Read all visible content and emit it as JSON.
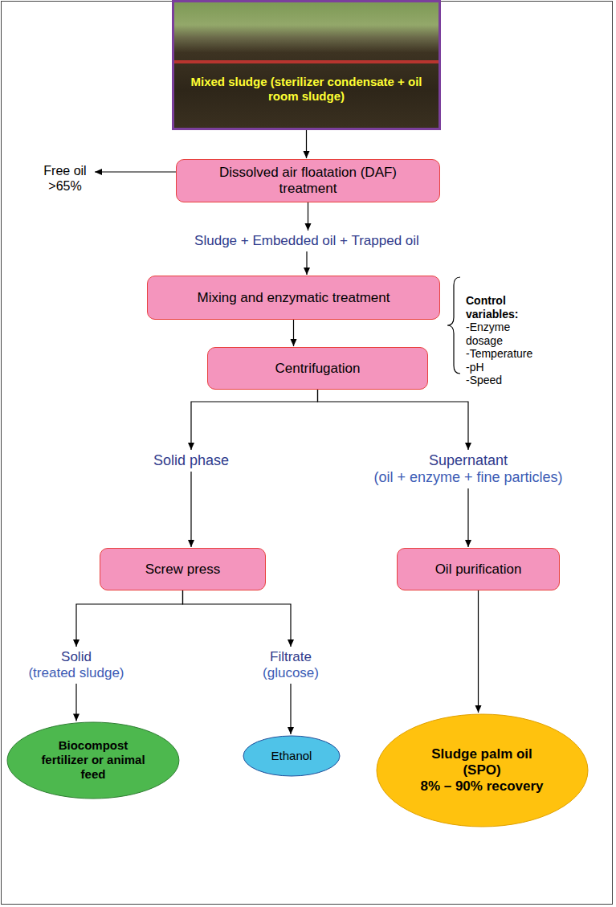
{
  "diagram": {
    "nodes": [
      {
        "text": [
          "Mixed sludge (sterilizer condensate + oil room sludge)"
        ]
      },
      {
        "text": [
          "Dissolved air floatation (DAF) treatment"
        ]
      },
      {
        "text": [
          "Free oil >65%"
        ]
      },
      {
        "text": [
          "Sludge + Embedded oil + Trapped oil"
        ]
      },
      {
        "text": [
          "Mixing and enzymatic treatment"
        ]
      },
      {
        "text": [
          "Centrifugation"
        ]
      },
      {
        "text": [
          "Solid phase"
        ]
      },
      {
        "text": [
          "Supernatant",
          "(oil + enzyme + fine particles)"
        ]
      },
      {
        "text": [
          "Screw press"
        ]
      },
      {
        "text": [
          "Oil purification"
        ]
      },
      {
        "text": [
          "Solid",
          "(treated sludge)"
        ]
      },
      {
        "text": [
          "Filtrate",
          "(glucose)"
        ]
      },
      {
        "text": [
          "Biocompost fertilizer or animal feed"
        ]
      },
      {
        "text": [
          "Ethanol"
        ]
      },
      {
        "text": [
          "Sludge palm oil (SPO)",
          "8% – 90% recovery"
        ]
      }
    ],
    "edges": [
      {
        "from": 0,
        "to": 1,
        "arrow": "to"
      },
      {
        "from": 1,
        "to": 2,
        "arrow": "to"
      },
      {
        "from": 1,
        "to": 3,
        "arrow": "to"
      },
      {
        "from": 3,
        "to": 4,
        "arrow": "to"
      },
      {
        "from": 4,
        "to": 5,
        "arrow": "to"
      },
      {
        "from": 5,
        "to": 6,
        "arrow": "to"
      },
      {
        "from": 5,
        "to": 7,
        "arrow": "to"
      },
      {
        "from": 6,
        "to": 8,
        "arrow": "to"
      },
      {
        "from": 7,
        "to": 9,
        "arrow": "to"
      },
      {
        "from": 8,
        "to": 10,
        "arrow": "to"
      },
      {
        "from": 8,
        "to": 11,
        "arrow": "to"
      },
      {
        "from": 10,
        "to": 12,
        "arrow": "to"
      },
      {
        "from": 11,
        "to": 13,
        "arrow": "to"
      },
      {
        "from": 9,
        "to": 14,
        "arrow": "to"
      }
    ],
    "labels": [
      "Control variables:",
      "-Enzyme dosage",
      "-Temperature",
      "-pH",
      "-Speed"
    ]
  }
}
